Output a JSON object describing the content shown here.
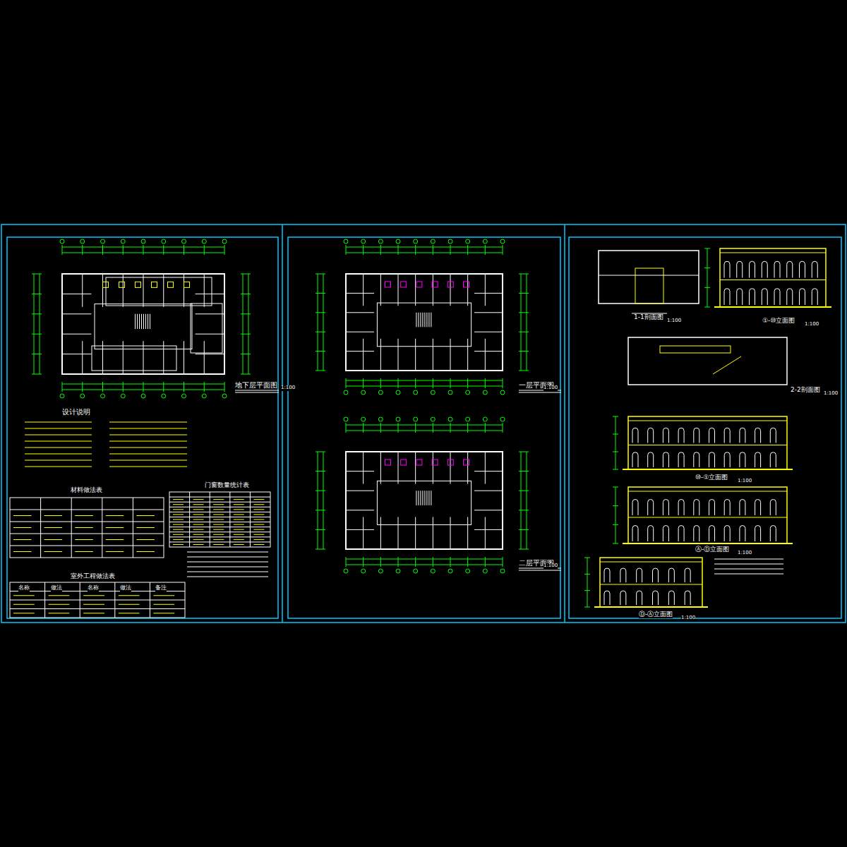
{
  "diagram": {
    "labels": [
      "地下层平面图",
      "1:100",
      "设计说明",
      "材料做法表",
      "门窗数量统计表",
      "室外工程做法表",
      "一层平面图",
      "1:100",
      "二层平面图",
      "1:100",
      "1-1剖面图",
      "1:100",
      "①-⑩立面图",
      "1:100",
      "2-2剖面图",
      "1:100",
      "⑩-①立面图",
      "1:100",
      "Ⓐ-Ⓓ立面图",
      "1:100",
      "Ⓓ-Ⓐ立面图",
      "1:100",
      "名称",
      "做法",
      "名称",
      "做法",
      "备注"
    ]
  }
}
